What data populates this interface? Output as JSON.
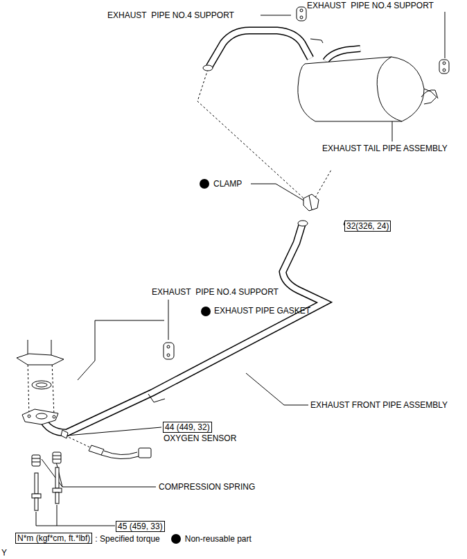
{
  "diagram": {
    "nodes": [
      {
        "text": [
          "32(326, 24)"
        ]
      },
      {
        "text": [
          "44 (449, 32)"
        ]
      },
      {
        "text": [
          "45 (459, 33)"
        ]
      },
      {
        "text": [
          "N*m (kgf*cm, ft.*lbf)"
        ]
      }
    ],
    "labels": [
      "EXHAUST  PIPE NO.4 SUPPORT",
      "EXHAUST  PIPE NO.4 SUPPORT",
      "EXHAUST TAIL PIPE ASSEMBLY",
      "CLAMP",
      "EXHAUST  PIPE NO.4 SUPPORT",
      "EXHAUST PIPE GASKET",
      "EXHAUST FRONT PIPE ASSEMBLY",
      "OXYGEN SENSOR",
      "COMPRESSION SPRING",
      "Y"
    ],
    "legend": [
      {
        "text": ": Specified torque"
      },
      {
        "text": "Non-reusable part",
        "color": "#000000"
      }
    ]
  }
}
